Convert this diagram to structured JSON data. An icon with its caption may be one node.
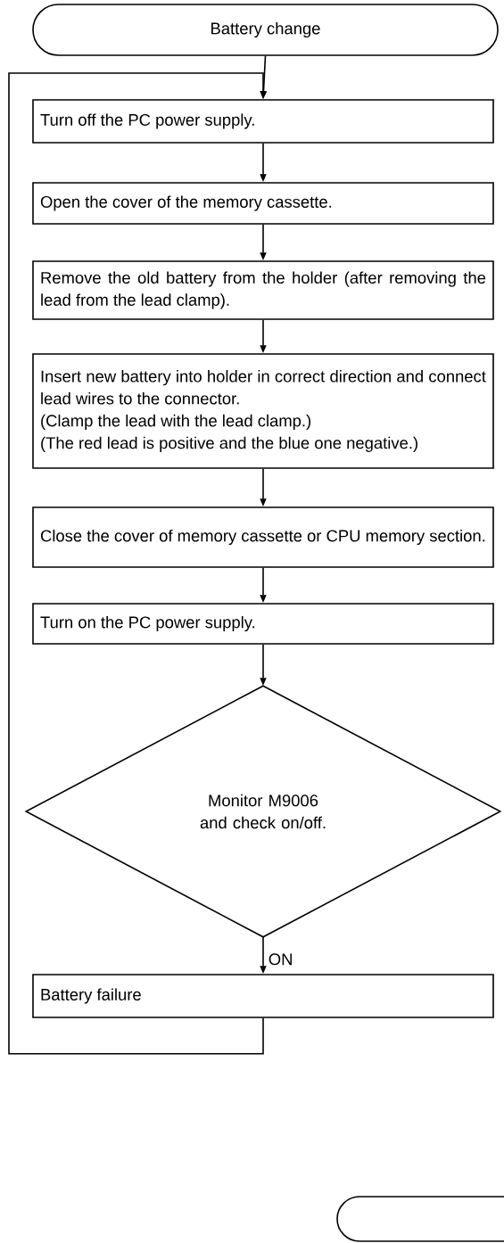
{
  "diagram": {
    "nodes": [
      {
        "text": [
          "Battery change"
        ]
      },
      {
        "text": [
          "Turn off the PC power supply."
        ]
      },
      {
        "text": [
          "Open the cover of the memory cassette."
        ]
      },
      {
        "text": [
          "Remove the old battery from the holder (after removing the lead from the lead clamp)."
        ]
      },
      {
        "text": [
          "Insert new battery into holder in correct direction and connect lead wires to the connector.",
          "(Clamp the lead with the lead clamp.)",
          "(The red lead is positive and the blue one negative.)"
        ]
      },
      {
        "text": [
          "Close the cover of memory cassette or CPU memory section."
        ]
      },
      {
        "text": [
          "Turn on the PC power supply."
        ]
      },
      {
        "text": [
          "Monitor M9006 and check on/off."
        ]
      },
      {
        "text": [
          "Battery failure"
        ]
      },
      {
        "text": [],
        "shape": "terminal"
      }
    ],
    "edges": [
      {
        "from": 0,
        "to": 1,
        "arrow": "to"
      },
      {
        "from": 1,
        "to": 2,
        "arrow": "to"
      },
      {
        "from": 2,
        "to": 3,
        "arrow": "to"
      },
      {
        "from": 3,
        "to": 4,
        "arrow": "to"
      },
      {
        "from": 4,
        "to": 5,
        "arrow": "to"
      },
      {
        "from": 5,
        "to": 6,
        "arrow": "to"
      },
      {
        "from": 6,
        "to": 7,
        "arrow": "to"
      },
      {
        "from": 7,
        "to": 8,
        "arrow": "to",
        "label": "ON"
      },
      {
        "from": 8,
        "to": 1,
        "arrow": "to"
      }
    ]
  }
}
